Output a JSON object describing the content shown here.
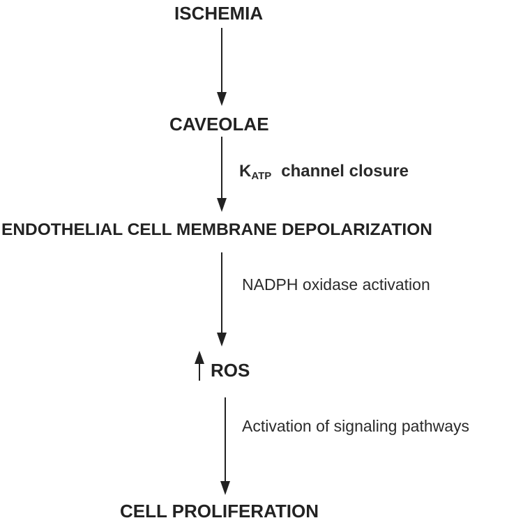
{
  "nodes": {
    "ischemia": "ISCHEMIA",
    "caveolae": "CAVEOLAE",
    "depolarization": "ENDOTHELIAL CELL MEMBRANE DEPOLARIZATION",
    "ros": "ROS",
    "proliferation": "CELL PROLIFERATION"
  },
  "steps": {
    "katp_main": "K",
    "katp_sub": "ATP",
    "katp_rest": "channel closure",
    "nadph": "NADPH oxidase activation",
    "signaling": "Activation of signaling pathways"
  },
  "colors": {
    "text": "#222222",
    "arrow": "#222222",
    "background": "#ffffff"
  },
  "icons": {
    "ros_increase": "up-arrow-icon",
    "flow": "down-arrow-icon"
  }
}
